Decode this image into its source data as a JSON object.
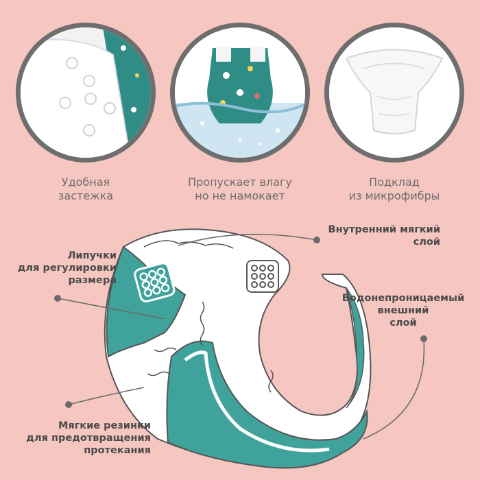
{
  "features": [
    {
      "line1": "Удобная",
      "line2": "застежка"
    },
    {
      "line1": "Пропускает влагу",
      "line2": "но не намокает"
    },
    {
      "line1": "Подклад",
      "line2": "из микрофибры"
    }
  ],
  "callouts": {
    "velcro": {
      "line1": "Липучки",
      "line2": "для регулировки",
      "line3": "размера"
    },
    "inner": {
      "line1": "Внутренний мягкий",
      "line2": "слой"
    },
    "outer": {
      "line1": "Водонепроницаемый",
      "line2": "внешний",
      "line3": "слой"
    },
    "elastic": {
      "line1": "Мягкие резинки",
      "line2": "для предотвращения",
      "line3": "протекания"
    }
  },
  "colors": {
    "background": "#f6c6c0",
    "teal": "#3fa39c",
    "ring": "#6e6e6e",
    "text": "#6d6d6d",
    "outline": "#555555"
  }
}
